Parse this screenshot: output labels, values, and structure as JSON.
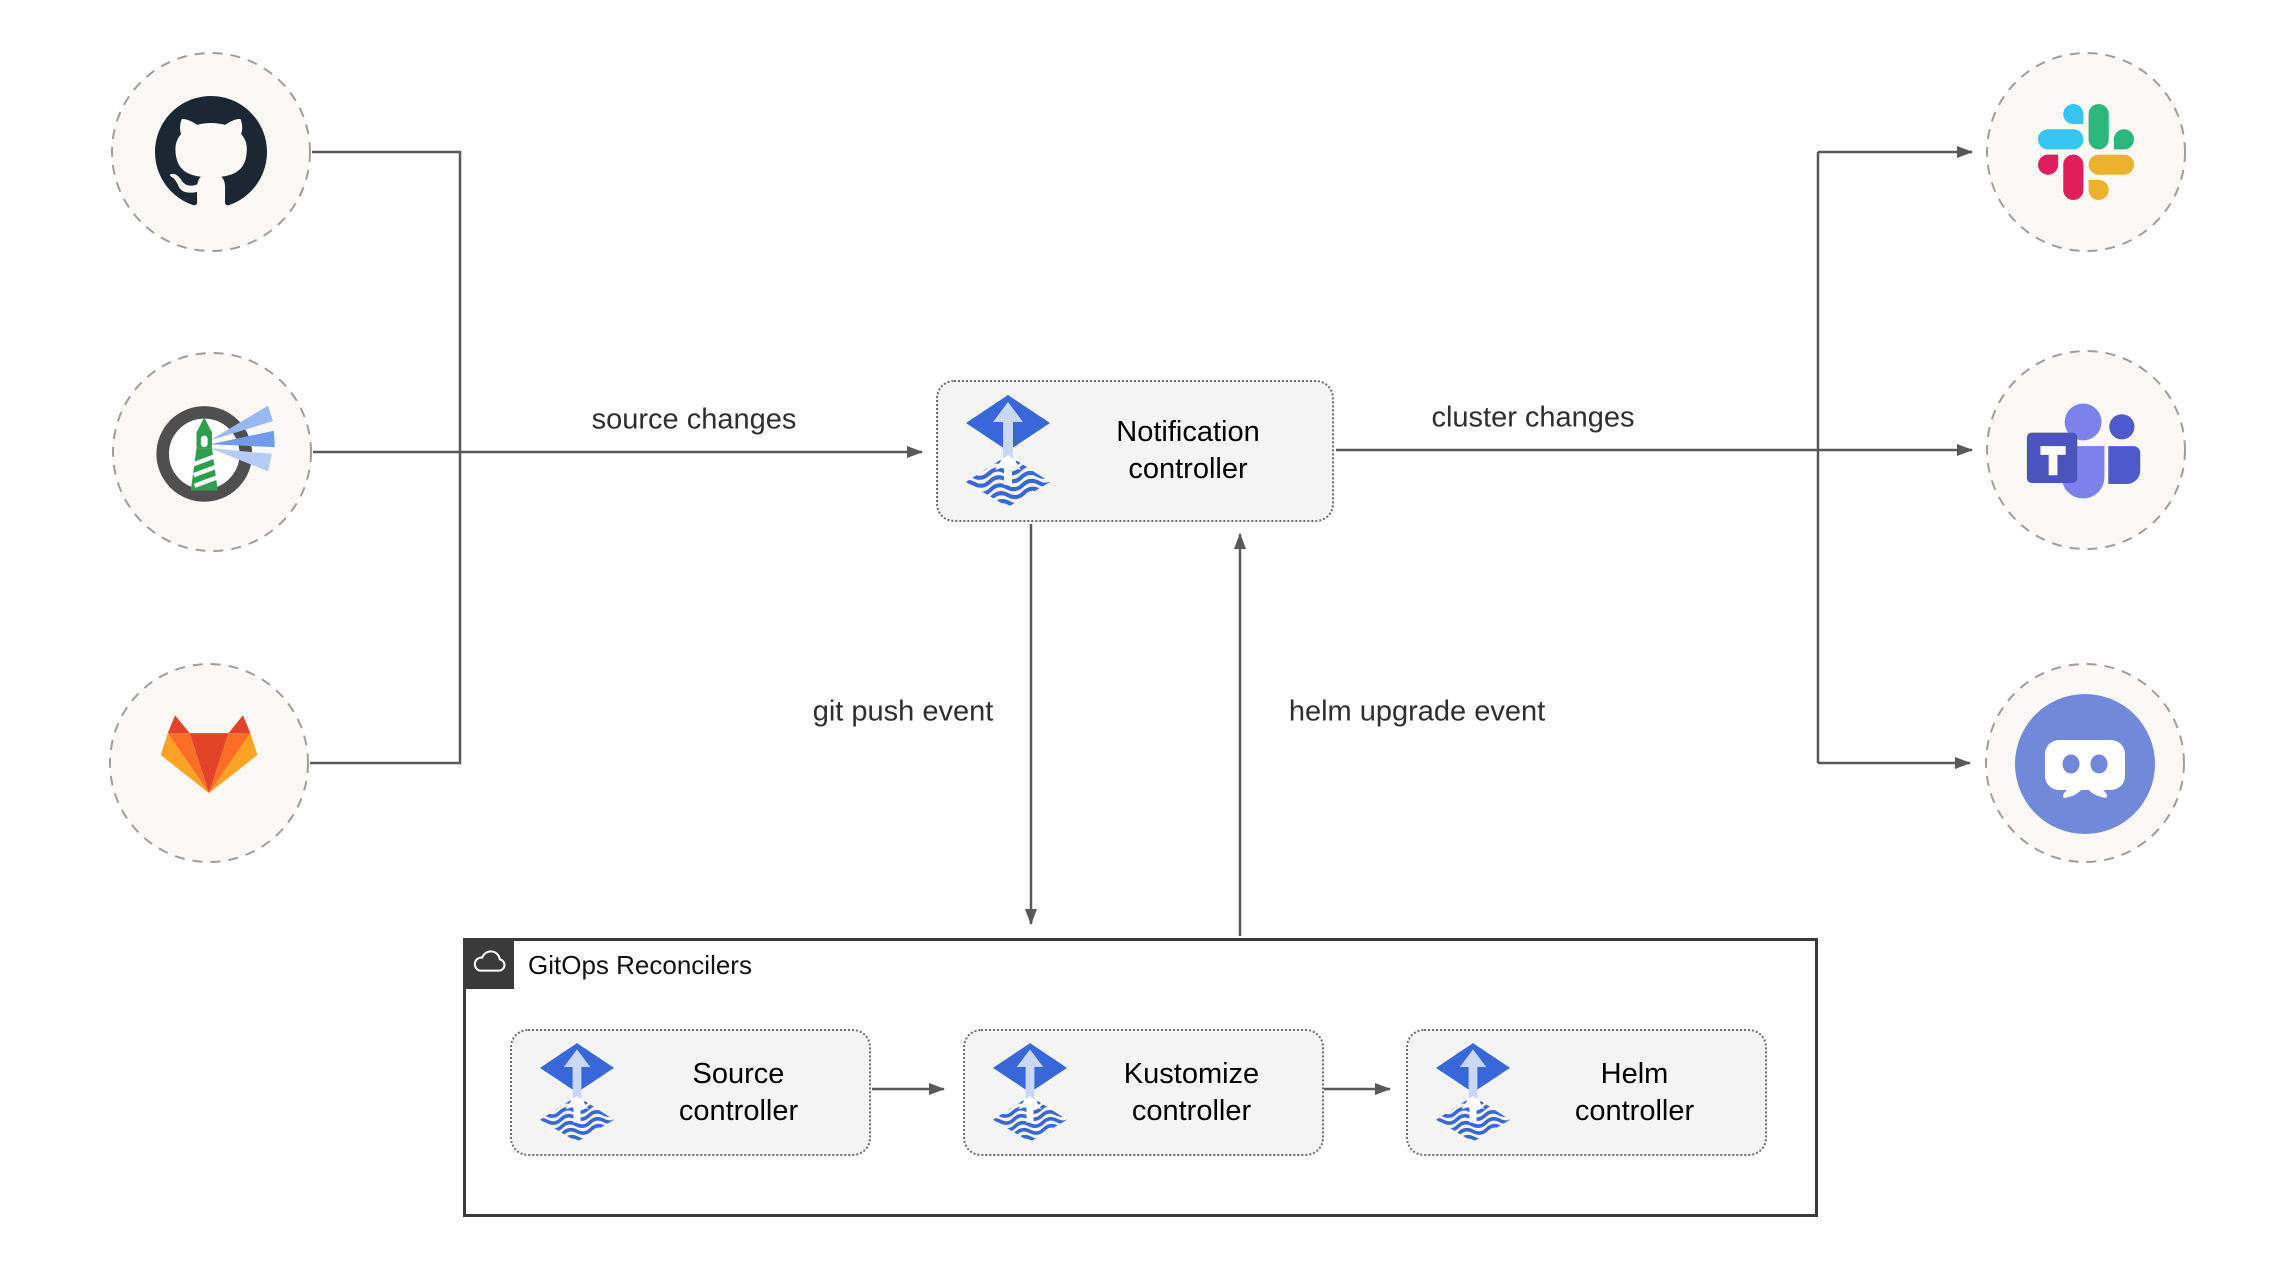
{
  "edges": {
    "source_changes": "source changes",
    "cluster_changes": "cluster changes",
    "git_push": "git push event",
    "helm_upgrade": "helm upgrade event"
  },
  "boxes": {
    "notification": [
      "Notification",
      "controller"
    ],
    "source": [
      "Source",
      "controller"
    ],
    "kustomize": [
      "Kustomize",
      "controller"
    ],
    "helm": [
      "Helm",
      "controller"
    ]
  },
  "container": {
    "label": "GitOps Reconcilers",
    "icon": "cloud-icon"
  },
  "source_icons": [
    "github-icon",
    "harbor-icon",
    "gitlab-icon"
  ],
  "notifier_icons": [
    "slack-icon",
    "teams-icon",
    "discord-icon"
  ],
  "colors": {
    "wire": "#595959",
    "box_fill": "#f5f5f5",
    "box_border": "#6d6d6d",
    "circle_fill": "#faf9f6",
    "circle_border": "#9e9e9e",
    "container_border": "#3a3a3a",
    "flux_blue": "#3767d8",
    "flux_arrow_light": "#c9d8f6",
    "github_dark": "#1b2733",
    "gitlab_red": "#e24329",
    "gitlab_orange": "#fc6d26",
    "gitlab_yellow": "#fca326",
    "slack_blue": "#36c5f0",
    "slack_green": "#2eb67d",
    "slack_red": "#e01e5a",
    "slack_yellow": "#ecb22e",
    "teams_purple": "#4b53bc",
    "teams_light": "#7b83eb",
    "discord_blurple": "#7289da",
    "harbor_green": "#2f9e4f"
  }
}
